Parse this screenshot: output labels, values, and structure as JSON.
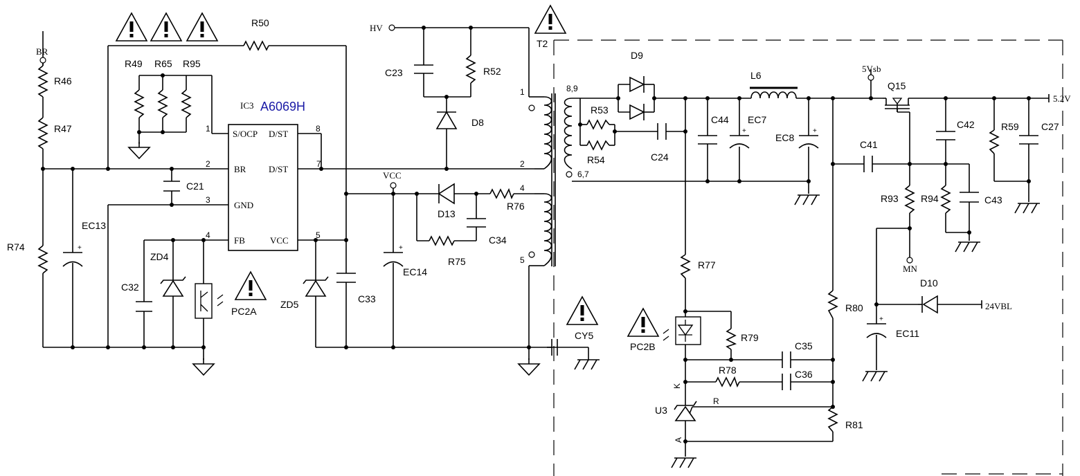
{
  "ic": {
    "ref": "IC3",
    "part": "A6069H",
    "part_color": "#1a1aa6",
    "pins": {
      "p1": "S/OCP",
      "p2": "BR",
      "p3": "GND",
      "p4": "FB",
      "p5": "VCC",
      "p7": "D/ST",
      "p8": "D/ST"
    },
    "pin_numbers": {
      "n1": "1",
      "n2": "2",
      "n3": "3",
      "n4": "4",
      "n5": "5",
      "n7": "7",
      "n8": "8"
    }
  },
  "transformer": {
    "ref": "T2",
    "pins": {
      "p1": "1",
      "p2": "2",
      "p4": "4",
      "p5": "5",
      "p89": "8,9",
      "p67": "6,7"
    }
  },
  "nets": {
    "hv": "HV",
    "br": "BR",
    "vcc": "VCC",
    "v5vsb": "5Vsb",
    "v52": "5.2V",
    "mn": "MN",
    "v24": "24VBL"
  },
  "u3_pins": {
    "k": "K",
    "r": "R",
    "a": "A"
  },
  "components": {
    "R50": "R50",
    "R49": "R49",
    "R65": "R65",
    "R95": "R95",
    "R46": "R46",
    "R47": "R47",
    "R74": "R74",
    "EC13": "EC13",
    "C21": "C21",
    "C32": "C32",
    "ZD4": "ZD4",
    "PC2A": "PC2A",
    "ZD5": "ZD5",
    "C33": "C33",
    "EC14": "EC14",
    "C23": "C23",
    "R52": "R52",
    "D8": "D8",
    "D13": "D13",
    "R76": "R76",
    "C34": "C34",
    "R75": "R75",
    "D9": "D9",
    "R53": "R53",
    "R54": "R54",
    "C24": "C24",
    "C44": "C44",
    "EC7": "EC7",
    "L6": "L6",
    "EC8": "EC8",
    "Q15": "Q15",
    "C42": "C42",
    "R59": "R59",
    "C27": "C27",
    "C41": "C41",
    "R93": "R93",
    "R94": "R94",
    "C43": "C43",
    "R77": "R77",
    "PC2B": "PC2B",
    "R79": "R79",
    "C35": "C35",
    "R78": "R78",
    "C36": "C36",
    "U3": "U3",
    "R81": "R81",
    "R80": "R80",
    "D10": "D10",
    "EC11": "EC11",
    "CY5": "CY5"
  },
  "warning_glyph": "!",
  "polarity": "+"
}
